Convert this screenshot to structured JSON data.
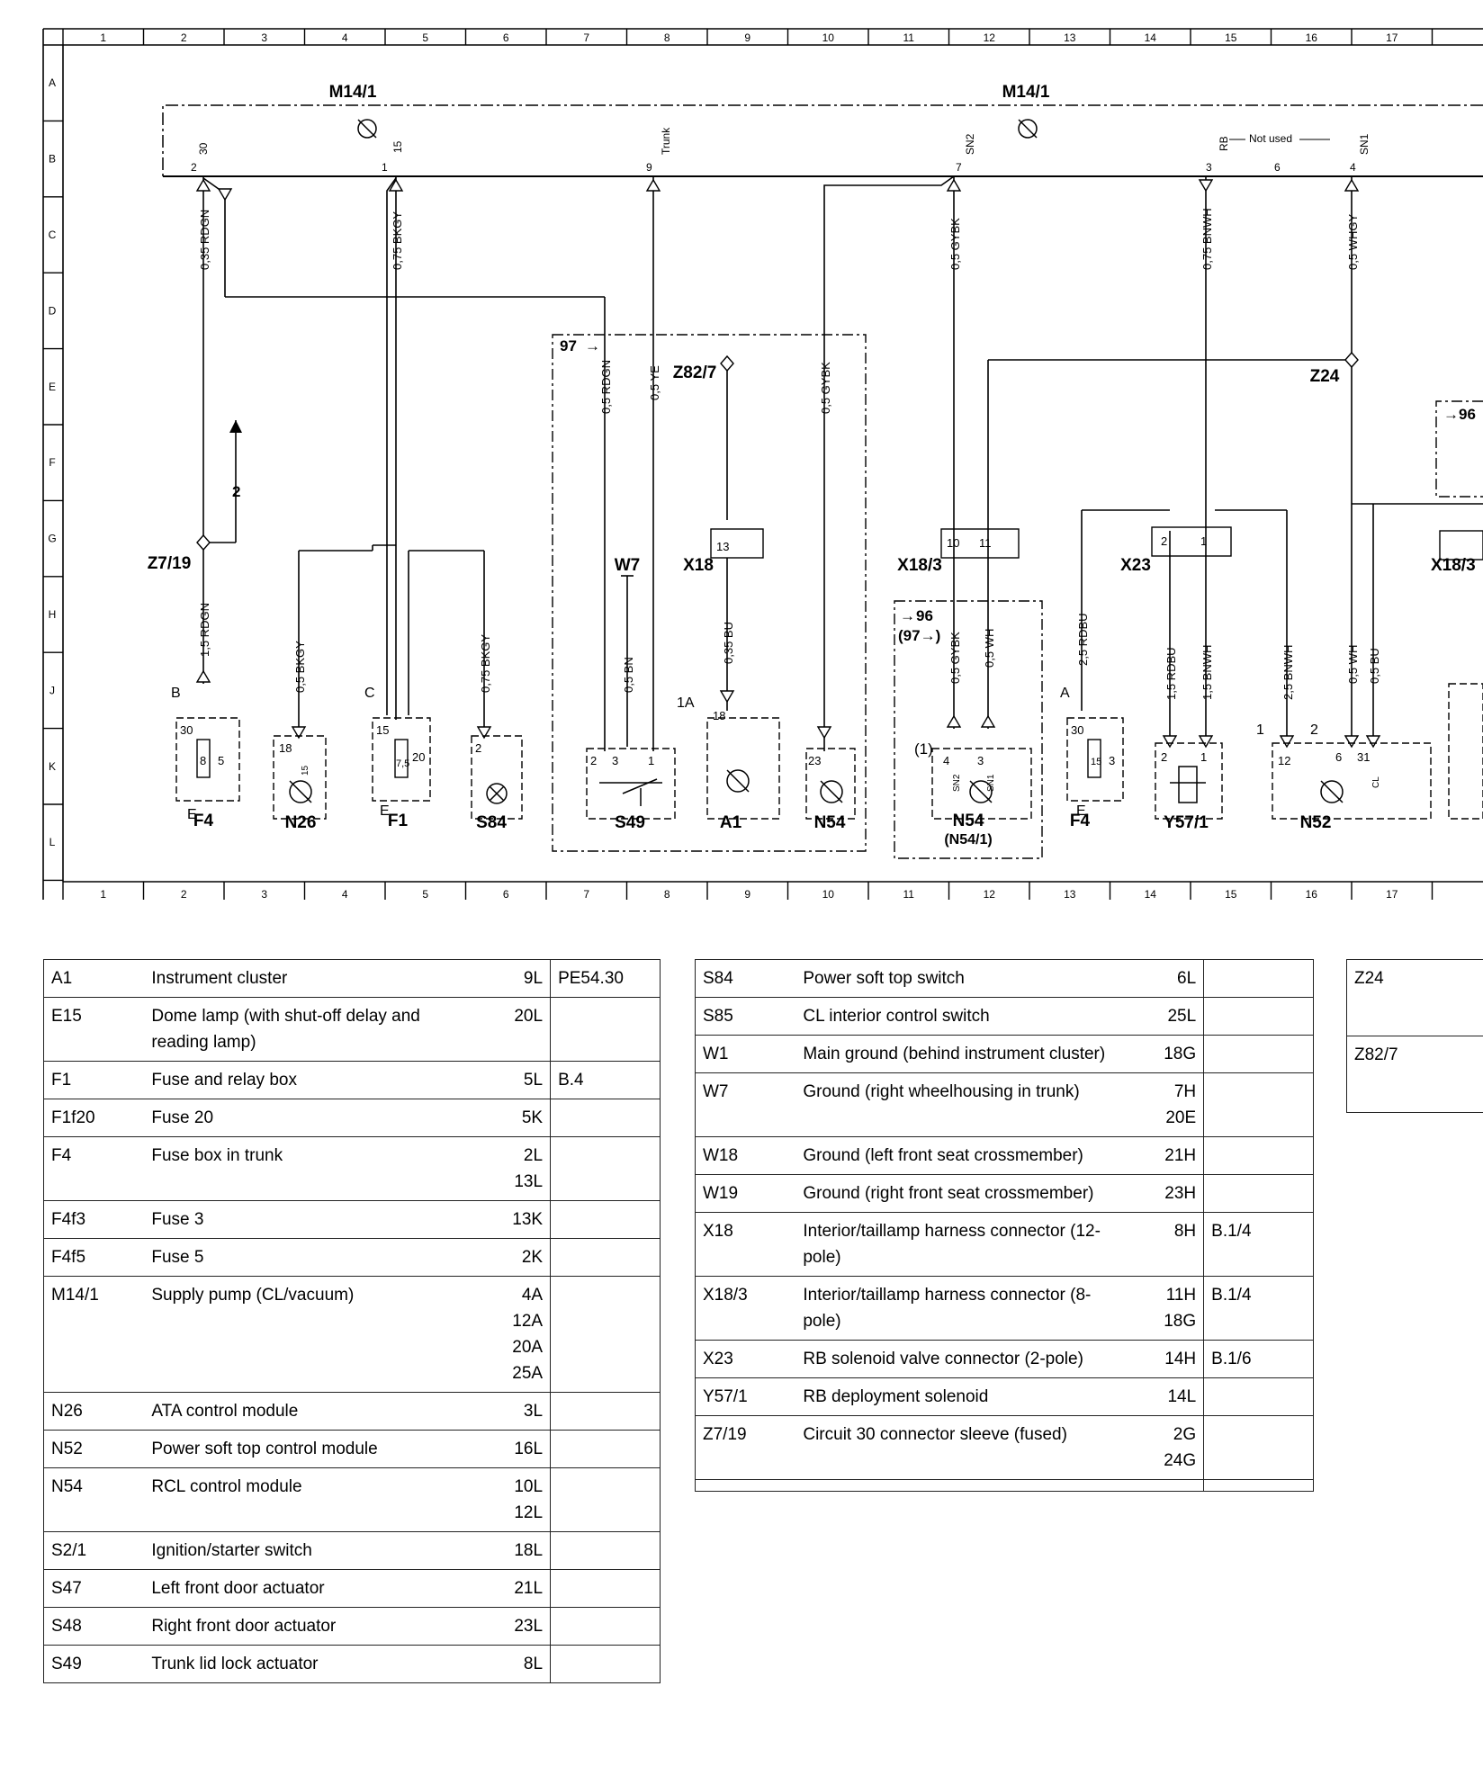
{
  "grid": {
    "columns": [
      "1",
      "2",
      "3",
      "4",
      "5",
      "6",
      "7",
      "8",
      "9",
      "10",
      "11",
      "12",
      "13",
      "14",
      "15",
      "16",
      "17"
    ],
    "rows": [
      "A",
      "B",
      "C",
      "D",
      "E",
      "F",
      "G",
      "H",
      "J",
      "K",
      "L"
    ]
  },
  "diagram": {
    "supply_pump_label_left": "M14/1",
    "supply_pump_label_right": "M14/1",
    "not_used": "Not used",
    "pins_top": [
      {
        "pin": "2",
        "name": "30"
      },
      {
        "pin": "1",
        "name": "15"
      },
      {
        "pin": "9",
        "name": "Trunk"
      },
      {
        "pin": "7",
        "name": "SN2"
      },
      {
        "pin": "3",
        "name": "RB"
      },
      {
        "pin": "6",
        "name": ""
      },
      {
        "pin": "4",
        "name": "SN1"
      }
    ],
    "wires": [
      "0,35 RDGN",
      "0,75 BKGY",
      "0,5 GYBK",
      "0,75 BNWH",
      "0,5 WHGY",
      "0,5 RDGN",
      "0,5 YE",
      "0,5 GYBK",
      "1,5 RDGN",
      "0,5 BKGY",
      "0,75 BKGY",
      "0,5 BN",
      "0,35 BU",
      "0,5 GYBK",
      "0,5 WH",
      "2,5 RDBU",
      "1,5 RDBU",
      "1,5 BNWH",
      "2,5 BNWH",
      "0,5 WH",
      "0,5 BU"
    ],
    "ref_2": "2",
    "ref_97": "97",
    "ref_96": "96",
    "ref_97b": "(97→)",
    "ref_96_cut": "→96",
    "ref_1": "(1)",
    "labels": {
      "z7_19": "Z7/19",
      "z82_7": "Z82/7",
      "z24": "Z24",
      "w7": "W7",
      "x18": "X18",
      "x18_3": "X18/3",
      "x18_3_cut": "X18/3",
      "x23": "X23",
      "f4": "F4",
      "n26": "N26",
      "f1": "F1",
      "s84": "S84",
      "s49": "S49",
      "a1": "A1",
      "n54": "N54",
      "n54_1": "(N54/1)",
      "f4b": "F4",
      "y57_1": "Y57/1",
      "n52": "N52"
    },
    "pins": {
      "x18": "13",
      "x18_3_a": "10",
      "x18_3_b": "11",
      "x23_a": "2",
      "x23_b": "1",
      "f4_b": "B",
      "f4_30": "30",
      "f4_8": "8",
      "f4_5": "5",
      "f4_e": "E",
      "n26_18": "18",
      "n26_15": "15",
      "f1_c": "C",
      "f1_15": "15",
      "f1_75": "7,5",
      "f1_20": "20",
      "f1_e": "E",
      "s84_2": "2",
      "s49_2": "2",
      "s49_3": "3",
      "s49_1": "1",
      "a1_1a": "1A",
      "a1_18": "18",
      "n54_23": "23",
      "n541_4": "4",
      "n541_3": "3",
      "n541_sn2": "SN2",
      "n541_sn1": "SN1",
      "f4b_a": "A",
      "f4b_30": "30",
      "f4b_15": "15",
      "f4b_3": "3",
      "f4b_e": "E",
      "y57_2": "2",
      "y57_1": "1",
      "n52_1": "1",
      "n52_2": "2",
      "n52_12": "12",
      "n52_6": "6",
      "n52_31": "31",
      "n52_cl": "CL"
    }
  },
  "legend": {
    "table1": [
      {
        "code": "A1",
        "desc": "Instrument cluster",
        "loc": "9L",
        "ref": "PE54.30"
      },
      {
        "code": "E15",
        "desc": "Dome lamp (with shut-off delay and reading lamp)",
        "loc": "20L",
        "ref": ""
      },
      {
        "code": "F1",
        "desc": "Fuse and relay box",
        "loc": "5L",
        "ref": "B.4"
      },
      {
        "code": "F1f20",
        "desc": "Fuse 20",
        "loc": "5K",
        "ref": ""
      },
      {
        "code": "F4",
        "desc": "Fuse box in trunk",
        "loc": "2L\n13L",
        "ref": ""
      },
      {
        "code": "F4f3",
        "desc": "Fuse 3",
        "loc": "13K",
        "ref": ""
      },
      {
        "code": "F4f5",
        "desc": "Fuse 5",
        "loc": "2K",
        "ref": ""
      },
      {
        "code": "M14/1",
        "desc": "Supply pump (CL/vacuum)",
        "loc": "4A\n12A\n20A\n25A",
        "ref": ""
      },
      {
        "code": "N26",
        "desc": "ATA control module",
        "loc": "3L",
        "ref": ""
      },
      {
        "code": "N52",
        "desc": "Power soft top control module",
        "loc": "16L",
        "ref": ""
      },
      {
        "code": "N54",
        "desc": "RCL control module",
        "loc": "10L\n12L",
        "ref": ""
      },
      {
        "code": "S2/1",
        "desc": "Ignition/starter switch",
        "loc": "18L",
        "ref": ""
      },
      {
        "code": "S47",
        "desc": "Left front door actuator",
        "loc": "21L",
        "ref": ""
      },
      {
        "code": "S48",
        "desc": "Right front door actuator",
        "loc": "23L",
        "ref": ""
      },
      {
        "code": "S49",
        "desc": "Trunk lid lock actuator",
        "loc": "8L",
        "ref": ""
      }
    ],
    "table2": [
      {
        "code": "S84",
        "desc": "Power soft top switch",
        "loc": "6L",
        "ref": ""
      },
      {
        "code": "S85",
        "desc": "CL interior control switch",
        "loc": "25L",
        "ref": ""
      },
      {
        "code": "W1",
        "desc": "Main ground (behind instrument cluster)",
        "loc": "18G",
        "ref": ""
      },
      {
        "code": "W7",
        "desc": "Ground (right wheelhousing in trunk)",
        "loc": "7H\n20E",
        "ref": ""
      },
      {
        "code": "W18",
        "desc": "Ground (left front seat crossmember)",
        "loc": "21H",
        "ref": ""
      },
      {
        "code": "W19",
        "desc": "Ground (right front seat crossmember)",
        "loc": "23H",
        "ref": ""
      },
      {
        "code": "X18",
        "desc": "Interior/taillamp harness connector (12-pole)",
        "loc": "8H",
        "ref": "B.1/4"
      },
      {
        "code": "X18/3",
        "desc": "Interior/taillamp harness connector (8-pole)",
        "loc": "11H\n18G",
        "ref": "B.1/4"
      },
      {
        "code": "X23",
        "desc": "RB solenoid valve connector (2-pole)",
        "loc": "14H",
        "ref": "B.1/6"
      },
      {
        "code": "Y57/1",
        "desc": "RB deployment solenoid",
        "loc": "14L",
        "ref": ""
      },
      {
        "code": "Z7/19",
        "desc": "Circuit 30 connector sleeve (fused)",
        "loc": "2G\n24G",
        "ref": ""
      },
      {
        "code": "",
        "desc": "",
        "loc": "",
        "ref": ""
      }
    ],
    "table3": [
      {
        "code": "Z24"
      },
      {
        "code": "Z82/7"
      }
    ]
  }
}
